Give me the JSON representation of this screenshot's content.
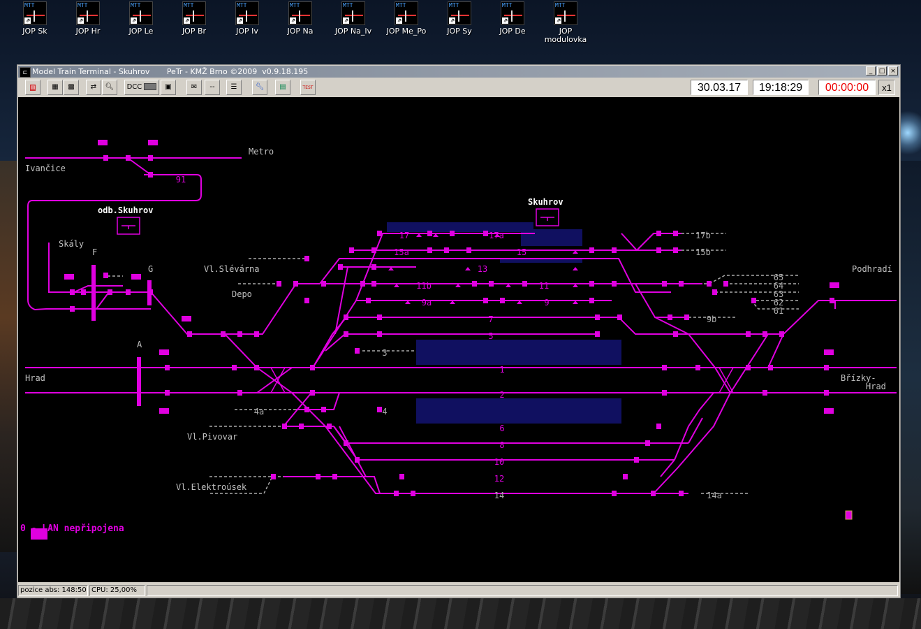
{
  "desktop": {
    "icons": [
      {
        "label": "JOP Sk"
      },
      {
        "label": "JOP Hr"
      },
      {
        "label": "JOP Le"
      },
      {
        "label": "JOP Br"
      },
      {
        "label": "JOP Iv"
      },
      {
        "label": "JOP Na"
      },
      {
        "label": "JOP Na_Iv"
      },
      {
        "label": "JOP Me_Po"
      },
      {
        "label": "JOP Sy"
      },
      {
        "label": "JOP De"
      },
      {
        "label": "JOP modulovka"
      }
    ],
    "icon_caption": "MTT"
  },
  "window": {
    "title": "Model Train Terminal - Skuhrov       PeTr - KMŽ Brno ©2009  v0.9.18.195",
    "buttons": {
      "minimize": "_",
      "maximize": "□",
      "close": "×"
    }
  },
  "toolbar": {
    "dcc_label": "DCC",
    "test_label": "TEST",
    "date": "30.03.17",
    "time": "19:18:29",
    "timer": "00:00:00",
    "speed": "x1"
  },
  "panel": {
    "stations": {
      "ivancice": "Ivančice",
      "metro": "Metro",
      "odb_skuhrov": "odb.Skuhrov",
      "skuhrov": "Skuhrov",
      "skaly": "Skály",
      "F": "F",
      "G": "G",
      "A": "A",
      "vl_slevarna": "Vl.Slévárna",
      "depo": "Depo",
      "hrad": "Hrad",
      "vl_pivovar": "Vl.Pivovar",
      "vl_elektrousek": "Vl.Elektroúsek",
      "podhradi": "Podhradí",
      "brizky": "Břízky-",
      "brizky2": "Hrad"
    },
    "tracks": {
      "t91": "91",
      "t17": "17",
      "t17a": "17a",
      "t15a": "15a",
      "t15": "15",
      "t13": "13",
      "t11b": "11b",
      "t11": "11",
      "t9a": "9a",
      "t9": "9",
      "t7": "7",
      "t5": "5",
      "t3": "3",
      "t1": "1",
      "t2": "2",
      "t4a": "4a",
      "t4": "4",
      "t6": "6",
      "t8": "8",
      "t10": "10",
      "t12": "12",
      "t14": "14",
      "t14a": "14a",
      "t17b": "17b",
      "t15b": "15b",
      "t9b": "9b",
      "t65": "65",
      "t64": "64",
      "t63": "63",
      "t62": "62",
      "t61": "61"
    },
    "status_message": "0 - LAN nepřipojena",
    "colors": {
      "track": "#e000e0",
      "inactive": "#aaaaaa",
      "occupied": "#101060",
      "label": "#c0c0c0"
    }
  },
  "statusbar": {
    "position": "pozice abs: 148:50",
    "cpu": "CPU: 25,00%"
  }
}
